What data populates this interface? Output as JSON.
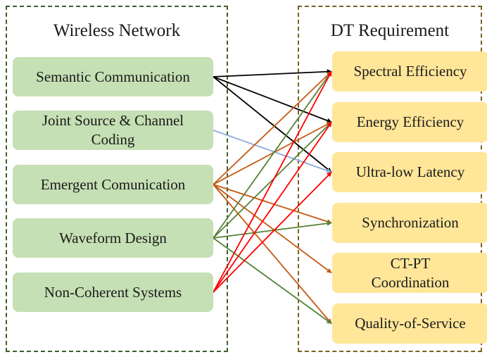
{
  "groups": {
    "left_title": "Wireless Network",
    "right_title": "DT Requirement",
    "left_border_color": "#3e5f2a",
    "right_border_color": "#7a6224"
  },
  "sources": [
    {
      "id": "semantic",
      "label": "Semantic Communication"
    },
    {
      "id": "jscc",
      "label": "Joint Source & Channel Coding"
    },
    {
      "id": "emergent",
      "label": "Emergent Comunication"
    },
    {
      "id": "waveform",
      "label": "Waveform Design"
    },
    {
      "id": "noncoherent",
      "label": "Non-Coherent Systems"
    }
  ],
  "targets": [
    {
      "id": "spectral",
      "label": "Spectral Efficiency"
    },
    {
      "id": "energy",
      "label": "Energy Efficiency"
    },
    {
      "id": "latency",
      "label": "Ultra-low Latency"
    },
    {
      "id": "sync",
      "label": "Synchronization"
    },
    {
      "id": "ctpt",
      "label": "CT-PT Coordination"
    },
    {
      "id": "qos",
      "label": "Quality-of-Service"
    }
  ],
  "colors": {
    "source_fill": "#c5e0b4",
    "target_fill": "#ffe699",
    "semantic": "#000000",
    "jscc": "#8faadc",
    "emergent": "#c55a11",
    "waveform": "#548235",
    "noncoherent": "#ff0000"
  },
  "edges": [
    {
      "from": "semantic",
      "to": "spectral"
    },
    {
      "from": "semantic",
      "to": "energy"
    },
    {
      "from": "semantic",
      "to": "latency"
    },
    {
      "from": "jscc",
      "to": "latency"
    },
    {
      "from": "emergent",
      "to": "spectral"
    },
    {
      "from": "emergent",
      "to": "energy"
    },
    {
      "from": "emergent",
      "to": "sync"
    },
    {
      "from": "emergent",
      "to": "ctpt"
    },
    {
      "from": "emergent",
      "to": "qos"
    },
    {
      "from": "waveform",
      "to": "spectral"
    },
    {
      "from": "waveform",
      "to": "energy"
    },
    {
      "from": "waveform",
      "to": "sync"
    },
    {
      "from": "waveform",
      "to": "qos"
    },
    {
      "from": "noncoherent",
      "to": "spectral"
    },
    {
      "from": "noncoherent",
      "to": "energy"
    },
    {
      "from": "noncoherent",
      "to": "latency"
    }
  ]
}
